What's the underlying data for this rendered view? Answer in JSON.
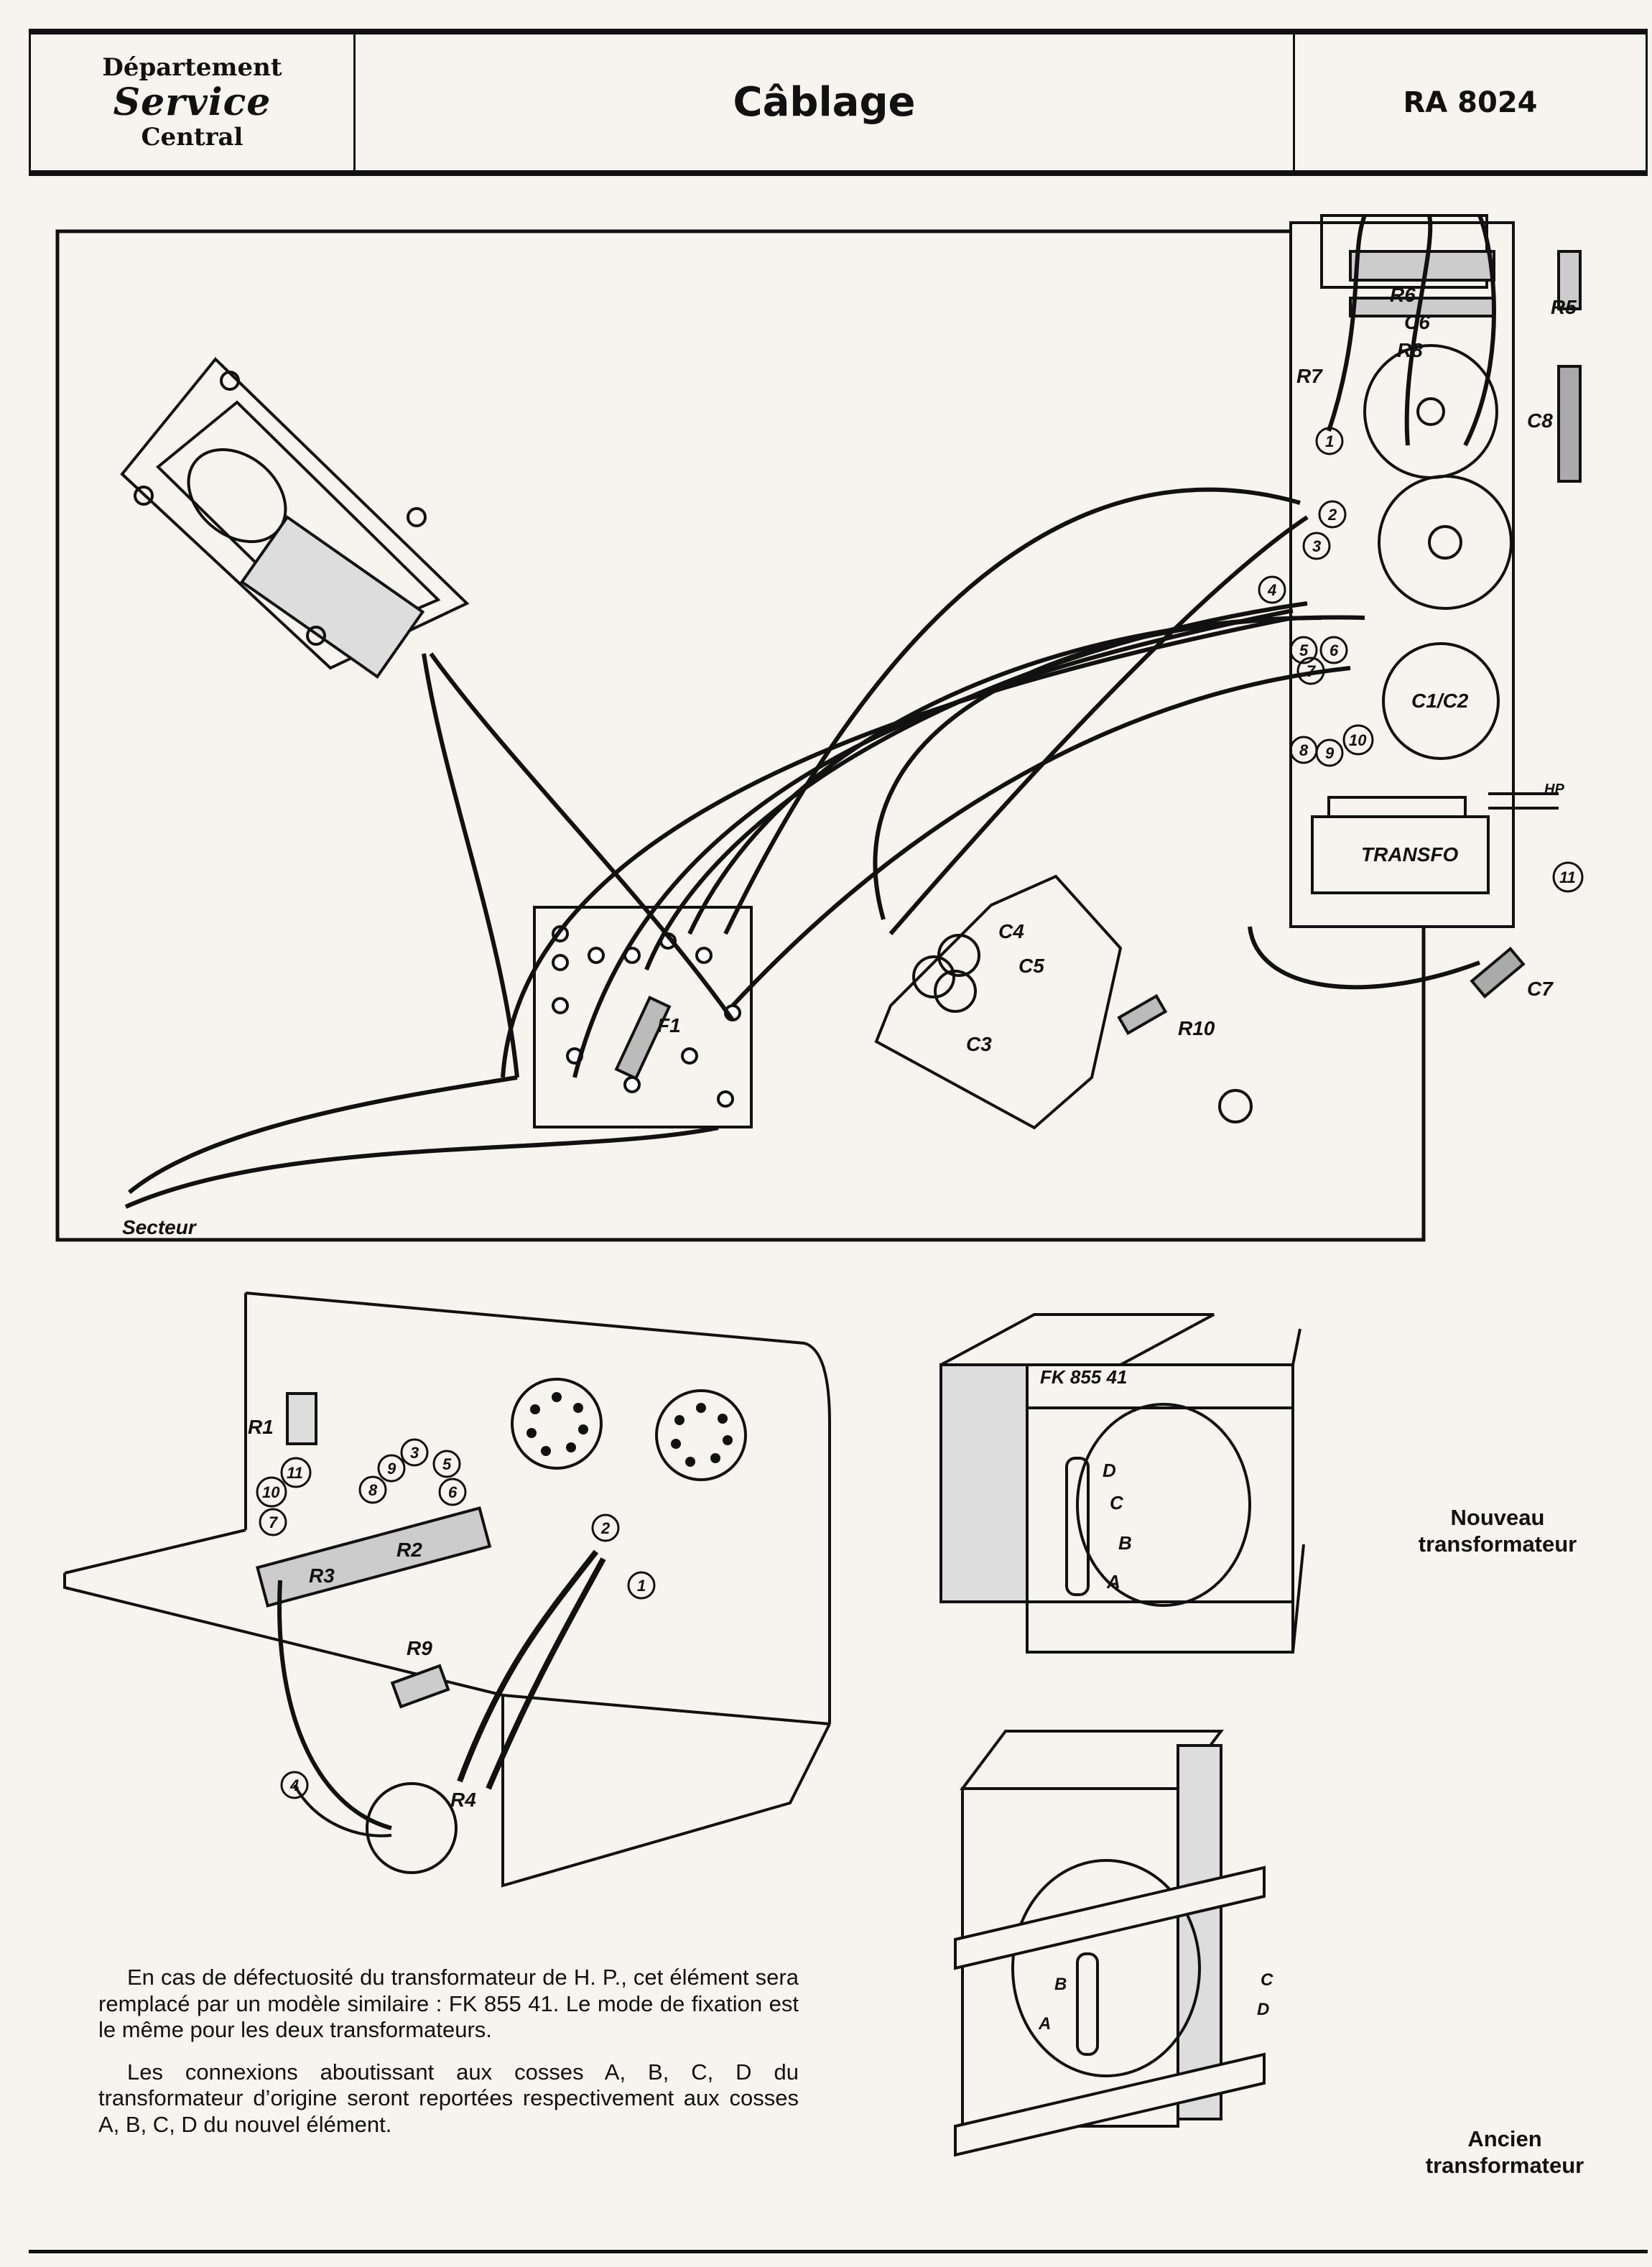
{
  "header": {
    "department_line1": "Département",
    "department_line2": "Service",
    "department_line3": "Central",
    "title": "Câblage",
    "reference": "RA 8024"
  },
  "wiring_diagram": {
    "labels": {
      "R5": "R5",
      "R6": "R6",
      "C6": "C6",
      "R7": "R7",
      "R8": "R8",
      "C8": "C8",
      "C1C2": "C1/C2",
      "HP": "HP",
      "TRANSFO": "TRANSFO",
      "C7": "C7",
      "C4": "C4",
      "C5": "C5",
      "C3": "C3",
      "R10": "R10",
      "F1": "F1",
      "Secteur": "Secteur"
    },
    "terminals": [
      "1",
      "2",
      "3",
      "4",
      "5",
      "6",
      "7",
      "8",
      "9",
      "10",
      "11"
    ]
  },
  "panel_diagram": {
    "labels": {
      "R1": "R1",
      "R2": "R2",
      "R3": "R3",
      "R4": "R4",
      "R9": "R9"
    },
    "terminals": [
      "1",
      "2",
      "3",
      "4",
      "5",
      "6",
      "7",
      "8",
      "9",
      "10",
      "11"
    ]
  },
  "new_transformer": {
    "marking": "FK 855 41",
    "lugs": [
      "D",
      "C",
      "B",
      "A"
    ],
    "caption_line1": "Nouveau",
    "caption_line2": "transformateur"
  },
  "old_transformer": {
    "lugs": [
      "C",
      "D",
      "B",
      "A"
    ],
    "caption_line1": "Ancien",
    "caption_line2": "transformateur"
  },
  "note": {
    "paragraph1": "En cas de défectuosité du transformateur de H. P., cet élément sera remplacé par un modèle similaire : FK 855 41. Le mode de fixation est le même pour les deux transformateurs.",
    "paragraph2": "Les connexions aboutissant aux cosses A, B, C, D du transformateur d’origine seront reportées respectivement aux cosses A, B, C, D du nouvel élément."
  }
}
